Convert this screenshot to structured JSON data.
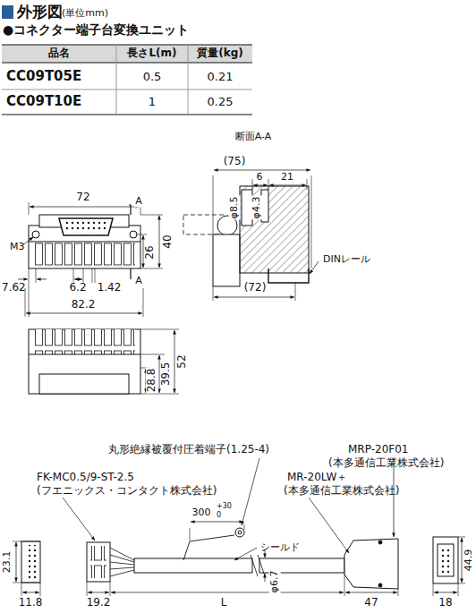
{
  "diagram": {
    "title": "外形図",
    "labels": [
      "(単位mm)",
      "●コネクター端子台変換ユニット",
      "品名",
      "長さL(m)",
      "質量(kg)",
      "CC09T05E",
      "0.5",
      "0.21",
      "CC09T10E",
      "1",
      "0.25",
      "断面A-A",
      "(75)",
      "6",
      "21",
      "φ8.5",
      "φ4.3",
      "DINレール",
      "(72)",
      "72",
      "A",
      "M3",
      "40",
      "26",
      "A",
      "7.62",
      "6.2",
      "1.42",
      "82.2",
      "28.8",
      "39.5",
      "52",
      "丸形絶縁被覆付圧着端子(1.25-4)",
      "MRP-20F01",
      "(本多通信工業株式会社)",
      "MR-20LW＋",
      "(本多通信工業株式会社)",
      "FK-MC0.5/9-ST-2.5",
      "(フエニックス・コンタクト株式会社)",
      "300",
      "+30",
      "0",
      "シールド",
      "φ6.7",
      "23.1",
      "11.8",
      "19.2",
      "L",
      "47",
      "18",
      "44.9"
    ]
  }
}
